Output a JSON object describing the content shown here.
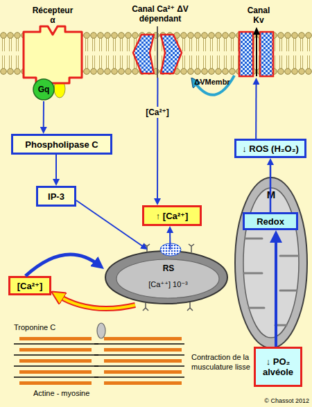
{
  "diagram": {
    "nodes": [
      {
        "text": [
          "Récepteur α"
        ]
      },
      {
        "text": [
          "Canal Ca²⁺ ΔV dépendant"
        ]
      },
      {
        "text": [
          "Canal Kv"
        ]
      },
      {
        "text": [
          "Gq"
        ]
      },
      {
        "text": [
          "Phospholipase C"
        ]
      },
      {
        "text": [
          "↓ ROS (H₂O₂)"
        ]
      },
      {
        "text": [
          "M"
        ]
      },
      {
        "text": [
          "Redox"
        ],
        "in": 6
      },
      {
        "text": [
          "IP-3"
        ]
      },
      {
        "text": [
          "↑ [Ca²⁺]"
        ]
      },
      {
        "text": [
          "RS",
          "[Ca⁺⁺] 10⁻³"
        ]
      },
      {
        "text": [
          "[Ca²⁺]"
        ]
      },
      {
        "text": [
          "Troponine C"
        ]
      },
      {
        "text": [
          "↓ PO₂ alvéole"
        ]
      }
    ],
    "edges": [
      {
        "from": 3,
        "to": 4,
        "arrow": "to"
      },
      {
        "from": 4,
        "to": 8,
        "arrow": "to"
      },
      {
        "from": 8,
        "to": 10,
        "arrow": "to"
      },
      {
        "from": 1,
        "to": 9,
        "label": "[Ca²⁺]",
        "arrow": "to"
      },
      {
        "from": 10,
        "to": 9,
        "arrow": "to"
      },
      {
        "from": 2,
        "to": 1,
        "label": "ΔVMembr",
        "arrow": "to"
      },
      {
        "from": 5,
        "to": 2,
        "arrow": "to"
      },
      {
        "from": 7,
        "to": 5,
        "arrow": "to"
      },
      {
        "from": 13,
        "to": 7,
        "arrow": "to"
      },
      {
        "from": 10,
        "to": 11,
        "arrow": "to"
      },
      {
        "from": 11,
        "to": 10,
        "arrow": "to"
      }
    ],
    "labels": [
      "Contraction de la musculature lisse",
      "Actine - myosine",
      "© Chassot 2012"
    ]
  }
}
